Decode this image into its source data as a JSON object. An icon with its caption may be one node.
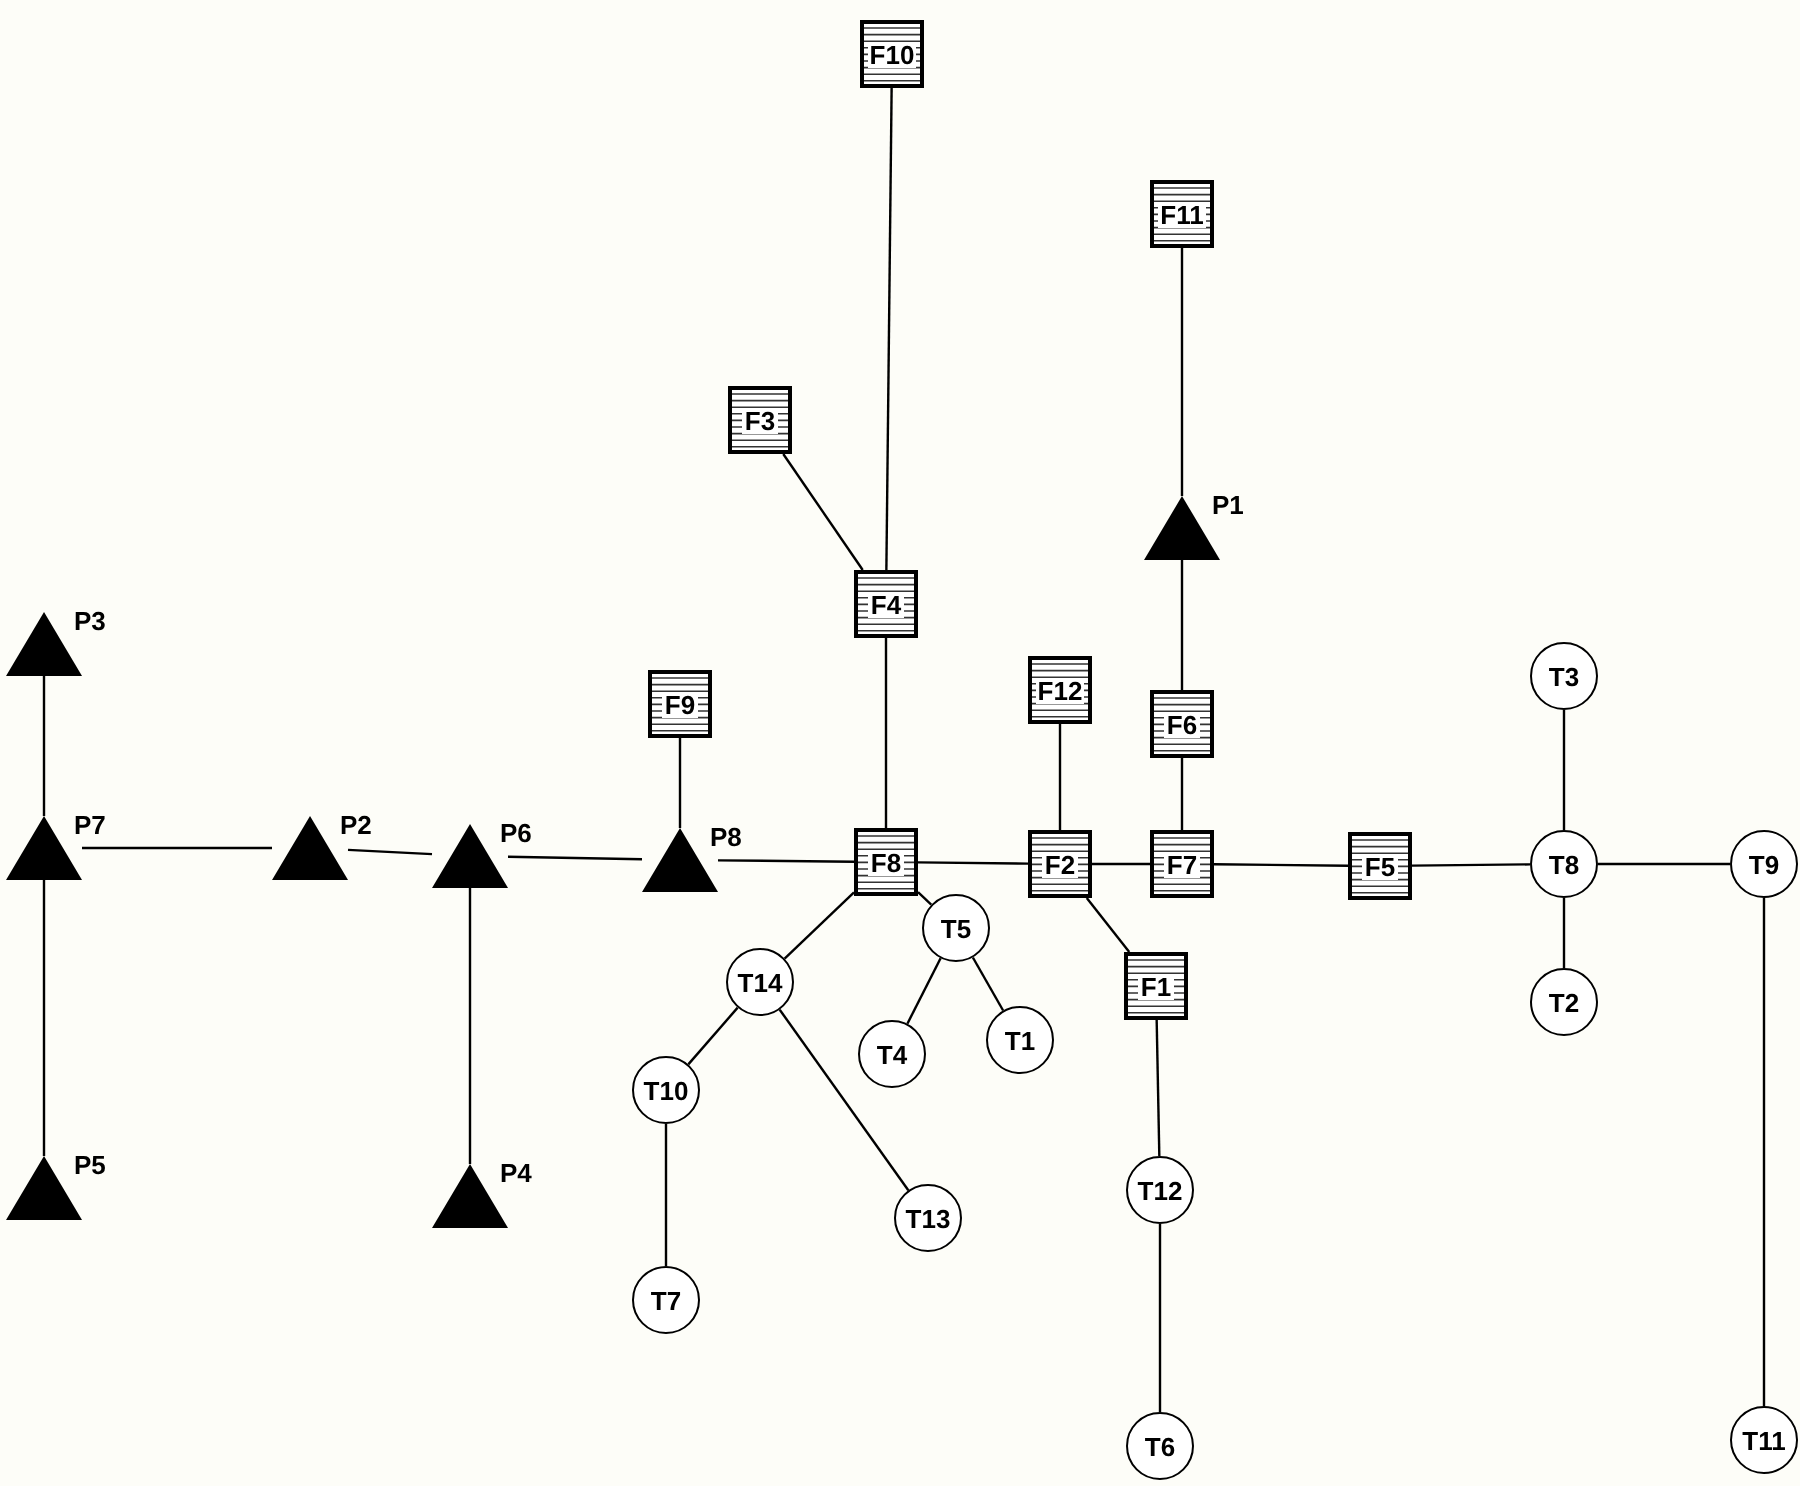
{
  "diagram": {
    "nodes": [
      {
        "text": [
          "P3"
        ]
      },
      {
        "text": [
          "P7"
        ]
      },
      {
        "text": [
          "P5"
        ]
      },
      {
        "text": [
          "P2"
        ]
      },
      {
        "text": [
          "P6"
        ]
      },
      {
        "text": [
          "P4"
        ]
      },
      {
        "text": [
          "F9"
        ]
      },
      {
        "text": [
          "P8"
        ]
      },
      {
        "text": [
          "F10"
        ]
      },
      {
        "text": [
          "F3"
        ]
      },
      {
        "text": [
          "F4"
        ]
      },
      {
        "text": [
          "F8"
        ]
      },
      {
        "text": [
          "F12"
        ]
      },
      {
        "text": [
          "F2"
        ]
      },
      {
        "text": [
          "F11"
        ]
      },
      {
        "text": [
          "P1"
        ]
      },
      {
        "text": [
          "F6"
        ]
      },
      {
        "text": [
          "F7"
        ]
      },
      {
        "text": [
          "F5"
        ]
      },
      {
        "text": [
          "T3"
        ]
      },
      {
        "text": [
          "T8"
        ]
      },
      {
        "text": [
          "T2"
        ]
      },
      {
        "text": [
          "T9"
        ]
      },
      {
        "text": [
          "T14"
        ]
      },
      {
        "text": [
          "T5"
        ]
      },
      {
        "text": [
          "T10"
        ]
      },
      {
        "text": [
          "T4"
        ]
      },
      {
        "text": [
          "T1"
        ]
      },
      {
        "text": [
          "F1"
        ]
      },
      {
        "text": [
          "T13"
        ]
      },
      {
        "text": [
          "T12"
        ]
      },
      {
        "text": [
          "T7"
        ]
      },
      {
        "text": [
          "T6"
        ]
      },
      {
        "text": [
          "T11"
        ]
      }
    ],
    "edges": [
      {
        "from": 0,
        "to": 1,
        "arrow": "none"
      },
      {
        "from": 1,
        "to": 2,
        "arrow": "none"
      },
      {
        "from": 1,
        "to": 3,
        "arrow": "none"
      },
      {
        "from": 3,
        "to": 4,
        "arrow": "none"
      },
      {
        "from": 4,
        "to": 5,
        "arrow": "none"
      },
      {
        "from": 4,
        "to": 7,
        "arrow": "none"
      },
      {
        "from": 7,
        "to": 6,
        "arrow": "none"
      },
      {
        "from": 7,
        "to": 11,
        "arrow": "none"
      },
      {
        "from": 11,
        "to": 10,
        "arrow": "none"
      },
      {
        "from": 10,
        "to": 9,
        "arrow": "none"
      },
      {
        "from": 10,
        "to": 8,
        "arrow": "none"
      },
      {
        "from": 11,
        "to": 13,
        "arrow": "none"
      },
      {
        "from": 13,
        "to": 12,
        "arrow": "none"
      },
      {
        "from": 13,
        "to": 17,
        "arrow": "none"
      },
      {
        "from": 17,
        "to": 16,
        "arrow": "none"
      },
      {
        "from": 16,
        "to": 15,
        "arrow": "none"
      },
      {
        "from": 15,
        "to": 14,
        "arrow": "none"
      },
      {
        "from": 17,
        "to": 18,
        "arrow": "none"
      },
      {
        "from": 18,
        "to": 20,
        "arrow": "none"
      },
      {
        "from": 20,
        "to": 19,
        "arrow": "none"
      },
      {
        "from": 20,
        "to": 21,
        "arrow": "none"
      },
      {
        "from": 20,
        "to": 22,
        "arrow": "none"
      },
      {
        "from": 22,
        "to": 33,
        "arrow": "none"
      },
      {
        "from": 11,
        "to": 23,
        "arrow": "none"
      },
      {
        "from": 11,
        "to": 24,
        "arrow": "none"
      },
      {
        "from": 23,
        "to": 25,
        "arrow": "none"
      },
      {
        "from": 25,
        "to": 31,
        "arrow": "none"
      },
      {
        "from": 23,
        "to": 29,
        "arrow": "none"
      },
      {
        "from": 24,
        "to": 26,
        "arrow": "none"
      },
      {
        "from": 24,
        "to": 27,
        "arrow": "none"
      },
      {
        "from": 13,
        "to": 28,
        "arrow": "none"
      },
      {
        "from": 28,
        "to": 30,
        "arrow": "none"
      },
      {
        "from": 30,
        "to": 32,
        "arrow": "none"
      }
    ]
  }
}
